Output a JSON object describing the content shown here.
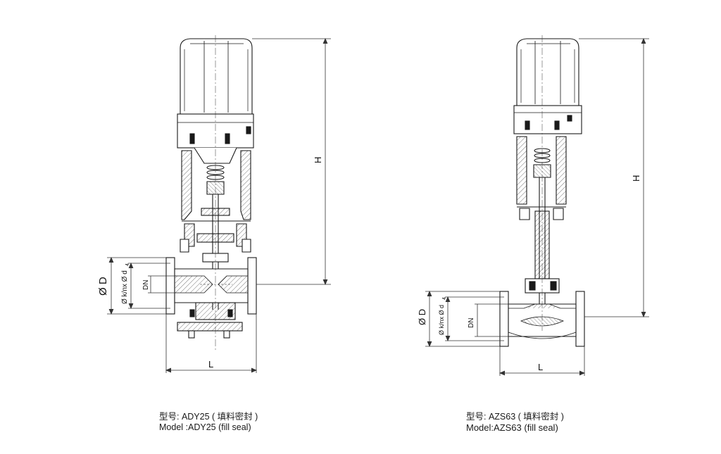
{
  "left_valve": {
    "dims": {
      "H": "H",
      "L": "L",
      "D": "Ø D",
      "K": "Ø k/nx Ø d",
      "K_sub": "4",
      "DN": "DN"
    },
    "caption": {
      "line1": "型号: ADY25 ( 填料密封 )",
      "line2": "Model :ADY25 (fill seal)"
    }
  },
  "right_valve": {
    "dims": {
      "H": "H",
      "L": "L",
      "D": "Ø D",
      "K": "Ø k/nx Ø d",
      "K_sub": "4",
      "DN": "DN"
    },
    "caption": {
      "line1": "型号: AZS63 ( 填料密封 )",
      "line2": "Model:AZS63 (fill seal)"
    }
  },
  "colors": {
    "line": "#1a1a1a",
    "hatch": "#555555",
    "dimline": "#333333"
  }
}
